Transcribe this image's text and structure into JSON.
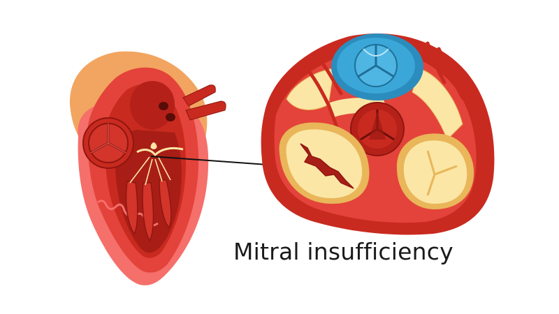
{
  "caption": "Mitral insufficiency",
  "colors": {
    "background": "#ffffff",
    "heart_outer": "#e3433a",
    "heart_wall": "#c92a1f",
    "chamber": "#a81e16",
    "pericardium_pink": "#f56f6b",
    "fat_orange": "#f2a560",
    "aorta_blue": "#3aa7d8",
    "valve_cream": "#fbe6a6",
    "text": "#1a1a1a"
  },
  "icons": [
    "heart-longitudinal-section",
    "heart-valves-cross-section",
    "mitral-valve-defect"
  ]
}
